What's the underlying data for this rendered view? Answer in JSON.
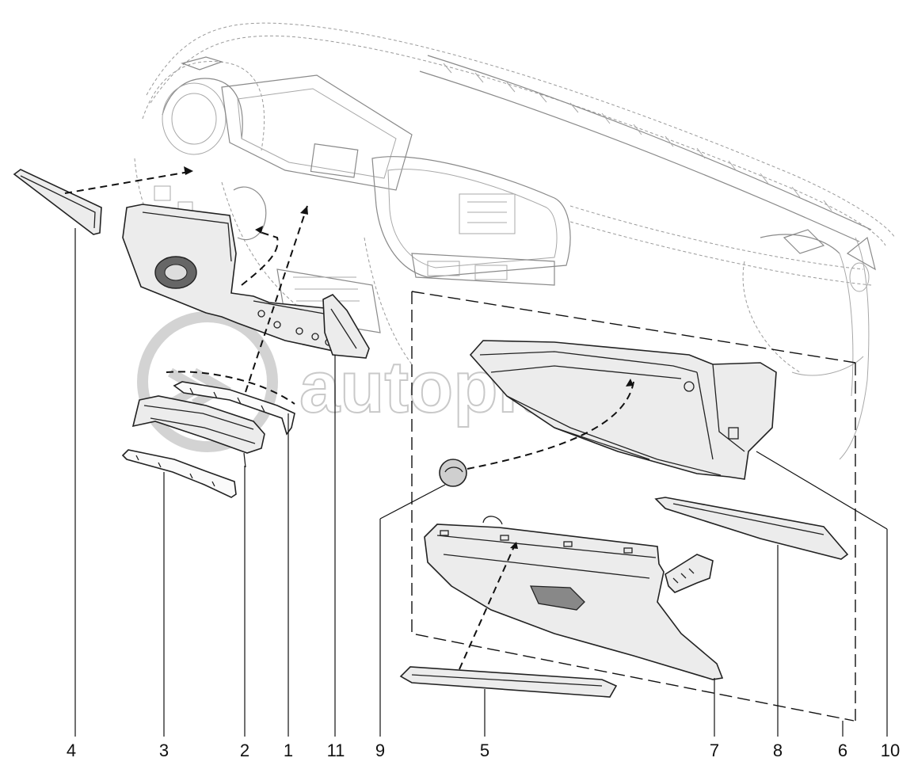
{
  "watermark": {
    "text": "autopiter.ru"
  },
  "callouts": [
    {
      "id": "4",
      "text": "4"
    },
    {
      "id": "3",
      "text": "3"
    },
    {
      "id": "2",
      "text": "2"
    },
    {
      "id": "1",
      "text": "1"
    },
    {
      "id": "11",
      "text": "11"
    },
    {
      "id": "9",
      "text": "9"
    },
    {
      "id": "5",
      "text": "5"
    },
    {
      "id": "7",
      "text": "7"
    },
    {
      "id": "8",
      "text": "8"
    },
    {
      "id": "6",
      "text": "6"
    },
    {
      "id": "10",
      "text": "10"
    }
  ],
  "colors": {
    "line": "#222222",
    "ghost": "#9a9a9a",
    "part_fill": "#ececec",
    "watermark": "#c9c9c9"
  }
}
